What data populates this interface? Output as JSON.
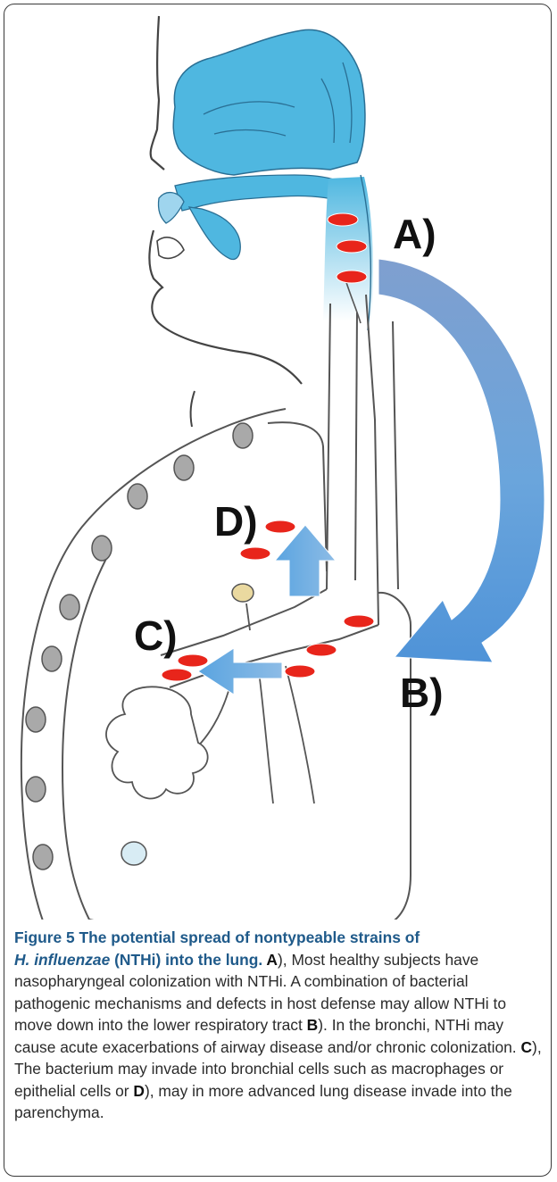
{
  "figure": {
    "labels": {
      "a": "A)",
      "b": "B)",
      "c": "C)",
      "d": "D)"
    },
    "colors": {
      "airway": "#4fb7e0",
      "bacteria": "#e8251b",
      "arrow": "#5f9fd8",
      "outline": "#555555"
    }
  },
  "caption": {
    "title_1": "Figure 5 The potential spread of nontypeable strains of",
    "title_2": "H. influenzae",
    "title_3": " (NTHi) into the lung. ",
    "ref_a": "A",
    "text_1": "), Most healthy subjects have nasopharyngeal colonization with NTHi. A combination of bacterial pathogenic mechanisms and defects in host defense may allow NTHi to move down into the lower respiratory tract ",
    "ref_b": "B",
    "text_2": "). In the bronchi, NTHi may cause acute exacerbations of airway disease and/or chronic colonization. ",
    "ref_c": "C",
    "text_3": "), The bacterium may invade into bronchial cells such as macrophages or epithelial cells or ",
    "ref_d": "D",
    "text_4": "), may in more advanced lung disease invade into the parenchyma."
  }
}
